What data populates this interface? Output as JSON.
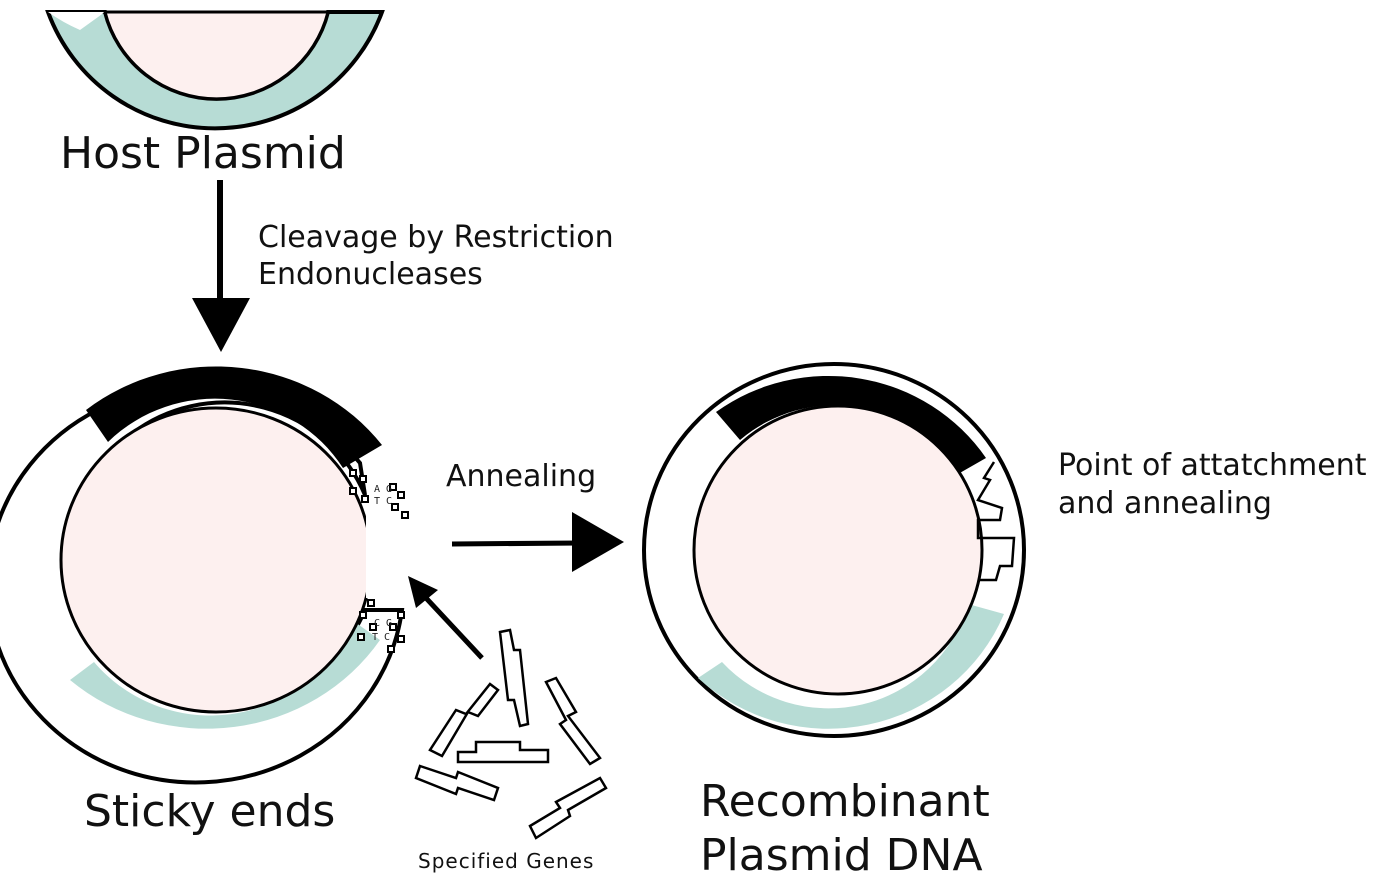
{
  "colors": {
    "inner_fill": "#fdf0ef",
    "teal_band": "#b7dcd5",
    "black_band": "#000000",
    "ring_white": "#ffffff",
    "stroke": "#000000"
  },
  "labels": {
    "host_plasmid": "Host Plasmid",
    "cleavage_line1": "Cleavage by Restriction",
    "cleavage_line2": "Endonucleases",
    "annealing": "Annealing",
    "sticky_ends": "Sticky ends",
    "specified_genes": "Specified Genes",
    "recombinant_line1": "Recombinant",
    "recombinant_line2": "Plasmid DNA",
    "point_line1": "Point of attatchment",
    "point_line2": "and annealing"
  },
  "icons": {
    "arrow_down": "arrow-down-icon",
    "arrow_right": "arrow-right-icon",
    "arrow_diagonal": "arrow-diagonal-icon"
  }
}
